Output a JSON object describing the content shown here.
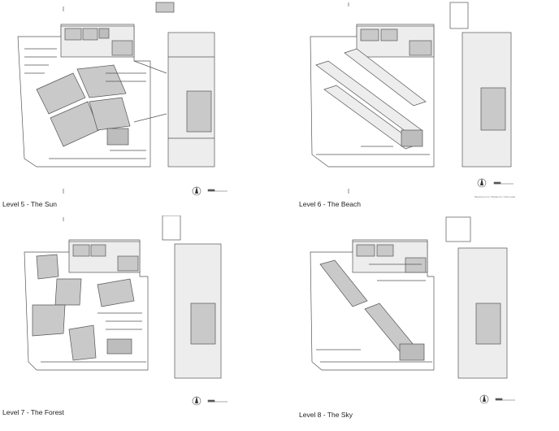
{
  "levels": [
    {
      "key": "sun",
      "label": "Level 5 - The Sun"
    },
    {
      "key": "beach",
      "label": "Level 6 - The Beach"
    },
    {
      "key": "forest",
      "label": "Level 7 - The Forest"
    },
    {
      "key": "sky",
      "label": "Level 8 - The Sky"
    }
  ],
  "legend_note": "Meeting room / Break-out / Open plan",
  "colors": {
    "line": "#555555",
    "wall": "#4a4a4a",
    "room_fill": "#c9c9c9",
    "core_fill": "#bdbdbd",
    "light_fill": "#ededed",
    "paper": "#ffffff"
  },
  "icons": [
    "north-arrow-icon",
    "scale-bar-icon"
  ]
}
